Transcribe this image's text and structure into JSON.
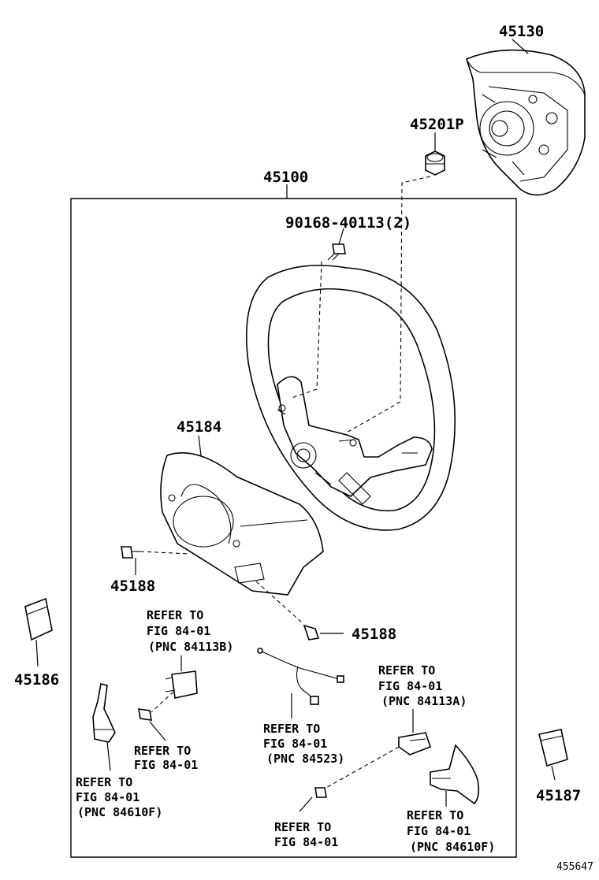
{
  "part_numbers": {
    "airbag": "45130",
    "airbag_nut": "45201P",
    "steering_wheel": "45100",
    "bolt": "90168-40113(2)",
    "lower_cover": "45184",
    "screw_left": "45188",
    "screw_right": "45188",
    "left_pad": "45186",
    "right_pad": "45187"
  },
  "references": {
    "ref_84113B": [
      "REFER TO",
      "FIG 84-01",
      "(PNC 84113B)"
    ],
    "ref_84523": [
      "REFER TO",
      "FIG 84-01",
      "(PNC 84523)"
    ],
    "ref_84113A": [
      "REFER TO",
      "FIG 84-01",
      "(PNC 84113A)"
    ],
    "ref_screw_left": [
      "REFER TO",
      "FIG 84-01"
    ],
    "ref_screw_bottom": [
      "REFER TO",
      "FIG 84-01"
    ],
    "ref_84610F_left": [
      "REFER TO",
      "FIG 84-01",
      "(PNC 84610F)"
    ],
    "ref_84610F_right": [
      "REFER TO",
      "FIG 84-01",
      "(PNC 84610F)"
    ]
  },
  "figure_id": "455647"
}
